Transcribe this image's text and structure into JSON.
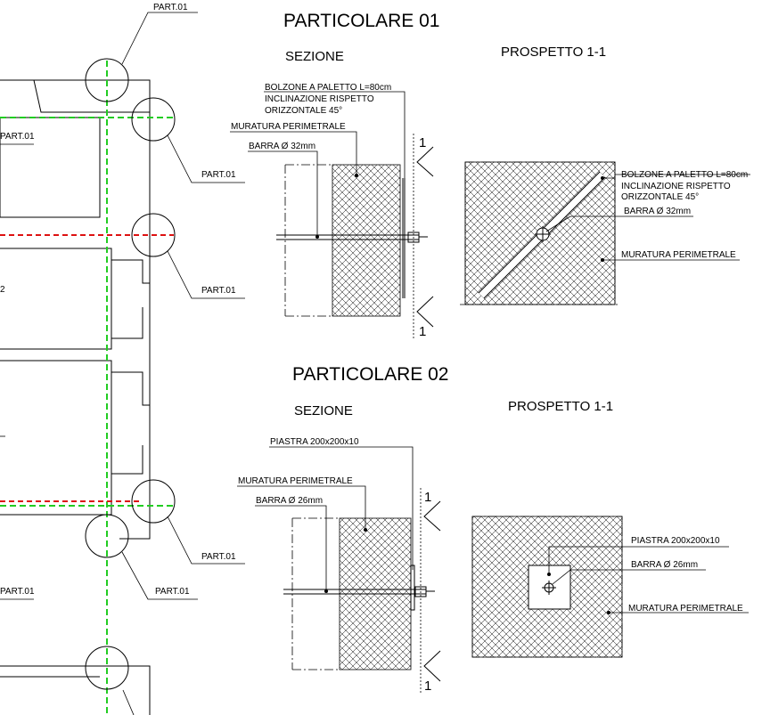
{
  "plan": {
    "callouts": [
      "PART.01",
      "PART.01",
      "PART.01",
      "PART.01",
      "PART.01",
      "PART.01",
      "PART.01"
    ],
    "cut_labels": [
      "2"
    ]
  },
  "detail_01": {
    "title": "PARTICOLARE 01",
    "section_title": "SEZIONE",
    "elevation_title": "PROSPETTO 1-1",
    "section_labels": {
      "bolt_line1": "BOLZONE A PALETTO L=80cm",
      "bolt_line2": "INCLINAZIONE RISPETTO",
      "bolt_line3": "ORIZZONTALE 45°",
      "masonry": "MURATURA PERIMETRALE",
      "bar": "BARRA Ø 32mm"
    },
    "elevation_labels": {
      "bolt_line1": "BOLZONE A PALETTO L=80cm",
      "bolt_line2": "INCLINAZIONE RISPETTO",
      "bolt_line3": "ORIZZONTALE 45°",
      "bar": "BARRA Ø 32mm",
      "masonry": "MURATURA PERIMETRALE"
    },
    "section_mark": "1"
  },
  "detail_02": {
    "title": "PARTICOLARE 02",
    "section_title": "SEZIONE",
    "elevation_title": "PROSPETTO 1-1",
    "section_labels": {
      "plate": "PIASTRA 200x200x10",
      "masonry": "MURATURA PERIMETRALE",
      "bar": "BARRA Ø 26mm"
    },
    "elevation_labels": {
      "plate": "PIASTRA 200x200x10",
      "bar": "BARRA Ø 26mm",
      "masonry": "MURATURA PERIMETRALE"
    },
    "section_mark": "1"
  },
  "colors": {
    "axis_green": "#22cc22",
    "axis_red": "#dd1111",
    "ink": "#000000"
  }
}
